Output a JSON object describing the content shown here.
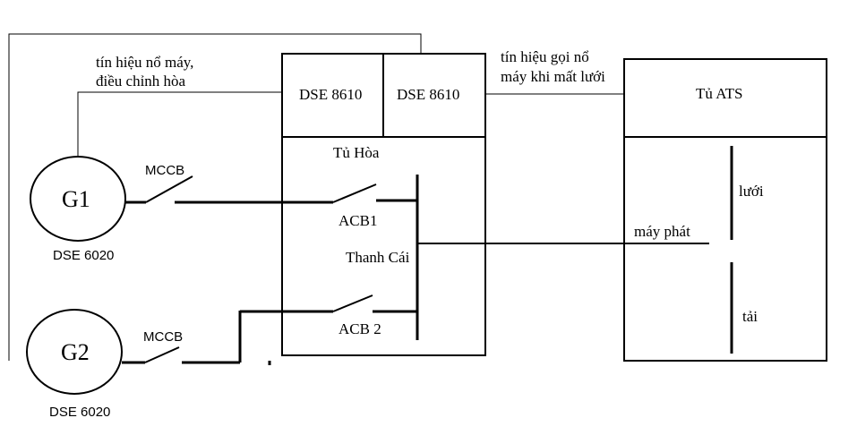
{
  "generators": {
    "g1": {
      "label": "G1",
      "model": "DSE 6020"
    },
    "g2": {
      "label": "G2",
      "model": "DSE 6020"
    }
  },
  "breakers": {
    "mccb1": "MCCB",
    "mccb2": "MCCB",
    "acb1": "ACB1",
    "acb2": "ACB 2"
  },
  "sync_panel": {
    "title": "Tủ Hòa",
    "controller_left": "DSE 8610",
    "controller_right": "DSE 8610",
    "busbar_label": "Thanh Cái"
  },
  "ats_panel": {
    "title": "Tủ ATS",
    "grid_label": "lưới",
    "generator_label": "máy phát",
    "load_label": "tải"
  },
  "signals": {
    "sync_signal_line1": "tín hiệu nổ máy,",
    "sync_signal_line2": "điều chỉnh hòa",
    "ats_signal_line1": "tín hiệu gọi nổ",
    "ats_signal_line2": "máy khi mất lưới"
  }
}
